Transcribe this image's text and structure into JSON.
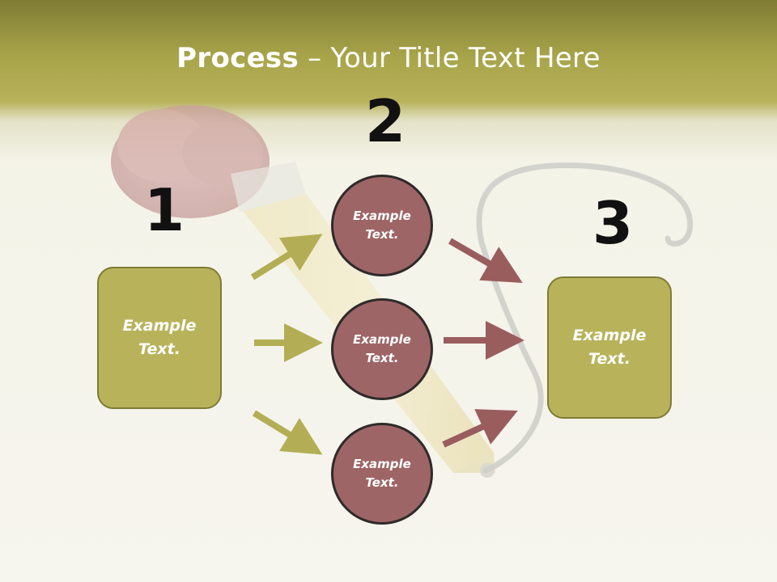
{
  "title": {
    "bold": "Process",
    "rest": " – Your Title Text Here"
  },
  "step_numbers": {
    "one": "1",
    "two": "2",
    "three": "3"
  },
  "left_box": {
    "line1": "Example",
    "line2": "Text."
  },
  "circles": [
    {
      "line1": "Example",
      "line2": "Text."
    },
    {
      "line1": "Example",
      "line2": "Text."
    },
    {
      "line1": "Example",
      "line2": "Text."
    }
  ],
  "right_box": {
    "line1": "Example",
    "line2": "Text."
  },
  "colors": {
    "olive": "#b8b35b",
    "olive_dark": "#7f7c34",
    "rose": "#9e6566",
    "arrow_olive": "#b3ae55",
    "arrow_rose": "#9a5d5e"
  }
}
